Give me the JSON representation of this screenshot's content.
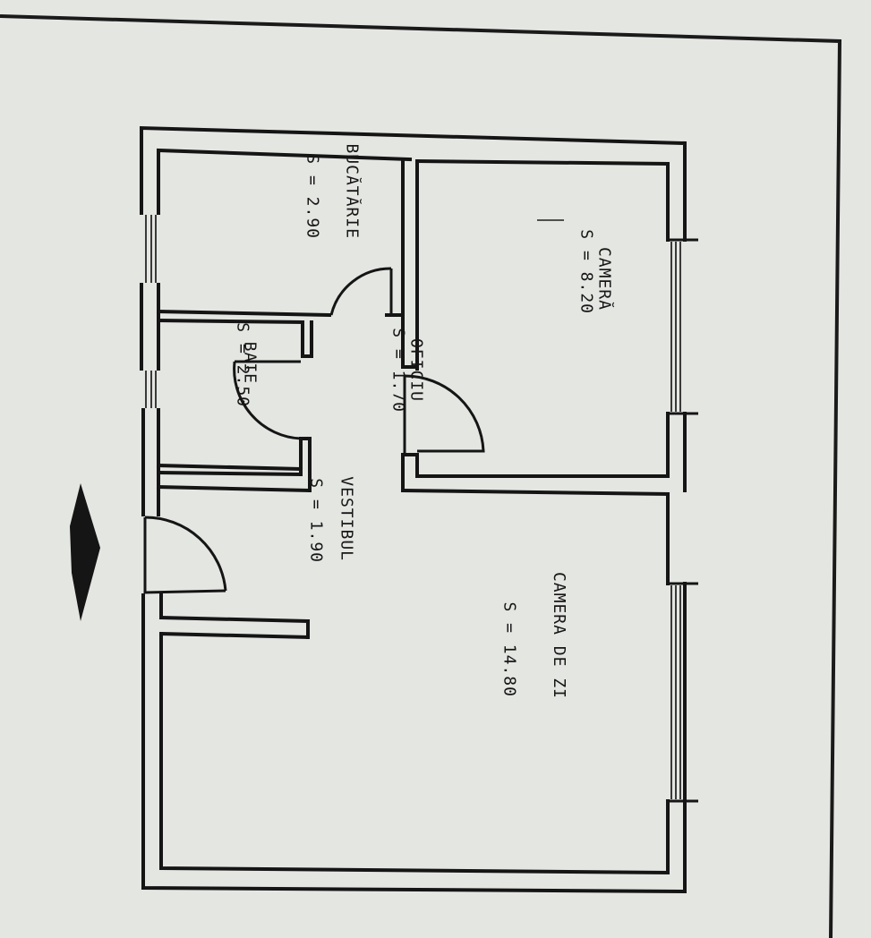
{
  "plan": {
    "orientation": "rotated-90-clockwise",
    "entrance_arrow_icon": "entry-arrow-icon",
    "colors": {
      "paper": "#e4e6e2",
      "ink": "#151515",
      "window": "#3a3a3a"
    },
    "rooms": [
      {
        "id": "bucatarie",
        "name": "BUCĂTĂRIE",
        "area": "S = 2.90"
      },
      {
        "id": "baie",
        "name": "BAIE",
        "area": "S = 2.50"
      },
      {
        "id": "oficiu",
        "name": "OFICIU",
        "area": "S = 1.70"
      },
      {
        "id": "camera",
        "name": "CAMERĂ",
        "area": "S = 8.20"
      },
      {
        "id": "vestibul",
        "name": "VESTIBUL",
        "area": "S = 1.90"
      },
      {
        "id": "camera-de-zi",
        "name": "CAMERA DE ZI",
        "area": "S = 14.80"
      }
    ]
  }
}
